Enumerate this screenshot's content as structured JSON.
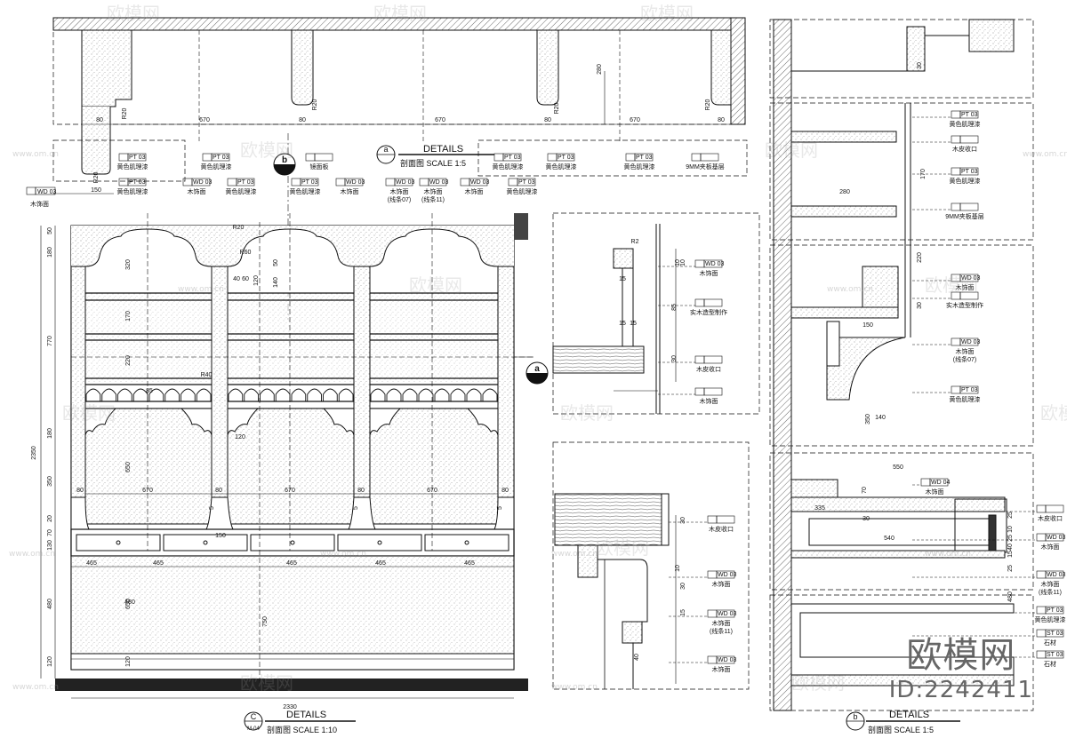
{
  "watermark": {
    "brand": "欧模网",
    "url": "www.om.cn",
    "id": "ID:2242411"
  },
  "titles": {
    "a": {
      "marker": "a",
      "heading": "DETAILS",
      "subtitle": "剖面图  SCALE 1:5"
    },
    "b": {
      "marker": "b",
      "heading": "DETAILS",
      "subtitle": "剖面图  SCALE 1:5"
    },
    "c": {
      "marker": "C",
      "sheet": "M-04",
      "heading": "DETAILS",
      "subtitle": "剖面图  SCALE 1:10"
    }
  },
  "section_markers": {
    "b_top": "b",
    "a_mid": "a"
  },
  "top_section": {
    "dims_horizontal": [
      "80",
      "670",
      "80",
      "670",
      "80",
      "670",
      "80"
    ],
    "dim_height": "280",
    "radii": [
      "R20",
      "R20",
      "R20",
      "R20",
      "R20"
    ],
    "dim_bottom": "150",
    "callouts": [
      {
        "code": "PT 03",
        "label": "黄色肌理漆"
      },
      {
        "code": "PT 03",
        "label": "黄色肌理漆"
      },
      {
        "code": "",
        "label": "镜面板"
      },
      {
        "code": "PT 03",
        "label": "黄色肌理漆"
      },
      {
        "code": "PT 03",
        "label": "黄色肌理漆"
      },
      {
        "code": "PT 03",
        "label": "黄色肌理漆"
      },
      {
        "code": "",
        "label": "9MM夹板基层"
      }
    ],
    "left_callout": {
      "code": "WD 03",
      "label": "木饰面"
    }
  },
  "elevation_callouts": [
    {
      "code": "PT 03",
      "label": "黄色肌理漆"
    },
    {
      "code": "WD 03",
      "label": "木饰面"
    },
    {
      "code": "PT 03",
      "label": "黄色肌理漆"
    },
    {
      "code": "PT 03",
      "label": "黄色肌理漆"
    },
    {
      "code": "WD 03",
      "label": "木饰面"
    },
    {
      "code": "WD 03",
      "label": "木饰面(线条07)"
    },
    {
      "code": "WD 03",
      "label": "木饰面(线条11)"
    },
    {
      "code": "WD 03",
      "label": "木饰面"
    },
    {
      "code": "PT 03",
      "label": "黄色肌理漆"
    }
  ],
  "elevation": {
    "total_width": "2330",
    "total_height": "2350",
    "left_dims": [
      "50",
      "180",
      "770",
      "180",
      "350",
      "20",
      "70",
      "130",
      "480",
      "120"
    ],
    "inner_left_dims": [
      "320",
      "170",
      "220",
      "650"
    ],
    "bay_widths": [
      "670",
      "670",
      "670"
    ],
    "post_widths": [
      "80",
      "80",
      "80",
      "80"
    ],
    "drawer_widths": [
      "465",
      "465",
      "465",
      "465",
      "465"
    ],
    "misc_dims": [
      "R20",
      "R60",
      "40",
      "60",
      "120",
      "50",
      "140",
      "85",
      "R40",
      "120",
      "650",
      "150",
      "480",
      "750",
      "120",
      "5",
      "5",
      "5"
    ]
  },
  "detail_a": {
    "radius": "R2",
    "dims": [
      "10",
      "10",
      "15",
      "15",
      "15",
      "85",
      "30"
    ],
    "callouts": [
      {
        "code": "WD 03",
        "label": "木饰面"
      },
      {
        "code": "",
        "label": "实木造型制作"
      },
      {
        "code": "",
        "label": "木皮收口"
      },
      {
        "code": "",
        "label": "木饰面"
      }
    ]
  },
  "detail_lower": {
    "dims": [
      "30",
      "10",
      "30",
      "15",
      "40"
    ],
    "callouts": [
      {
        "code": "",
        "label": "木皮收口"
      },
      {
        "code": "WD 03",
        "label": "木饰面"
      },
      {
        "code": "WD 03",
        "label": "木饰面(线条11)"
      },
      {
        "code": "WD 03",
        "label": "木饰面"
      }
    ]
  },
  "detail_b": {
    "dims": [
      "30",
      "170",
      "280",
      "220",
      "30",
      "150",
      "140",
      "350",
      "550",
      "70",
      "335",
      "540",
      "25",
      "10",
      "25",
      "40",
      "15",
      "25",
      "480",
      "30"
    ],
    "callouts_right": [
      {
        "code": "PT 03",
        "label": "黄色肌理漆"
      },
      {
        "code": "",
        "label": "木皮收口"
      },
      {
        "code": "PT 03",
        "label": "黄色肌理漆"
      },
      {
        "code": "",
        "label": "9MM夹板基层"
      },
      {
        "code": "WD 03",
        "label": "木饰面"
      },
      {
        "code": "",
        "label": "实木造型制作"
      },
      {
        "code": "WD 03",
        "label": "木饰面(线条07)"
      },
      {
        "code": "PT 03",
        "label": "黄色肌理漆"
      },
      {
        "code": "WD 04",
        "label": "木饰面"
      },
      {
        "code": "",
        "label": "木皮收口"
      },
      {
        "code": "WD 03",
        "label": "木饰面"
      },
      {
        "code": "WD 03",
        "label": "木饰面(线条11)"
      },
      {
        "code": "PT 03",
        "label": "黄色肌理漆"
      },
      {
        "code": "ST 03",
        "label": "石材"
      },
      {
        "code": "ST 03",
        "label": "石材"
      }
    ]
  }
}
